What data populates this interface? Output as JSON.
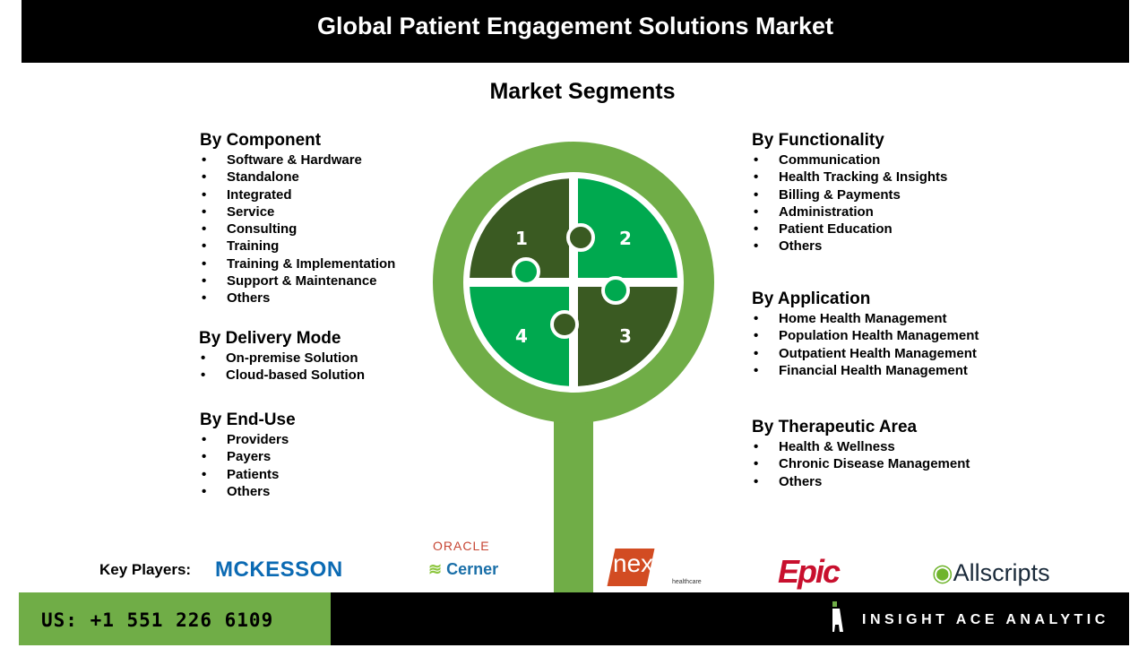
{
  "header": {
    "title": "Global Patient Engagement Solutions Market",
    "subtitle": "Market Segments"
  },
  "segments": {
    "component": {
      "title": "By Component",
      "items": [
        "Software & Hardware",
        "Standalone",
        "Integrated",
        "Service",
        "Consulting",
        "Training",
        "Training & Implementation",
        "Support & Maintenance",
        "Others"
      ]
    },
    "delivery": {
      "title": "By Delivery Mode",
      "items": [
        "On-premise Solution",
        "Cloud-based Solution"
      ]
    },
    "enduse": {
      "title": "By End-Use",
      "items": [
        "Providers",
        "Payers",
        "Patients",
        "Others"
      ]
    },
    "functionality": {
      "title": "By Functionality",
      "items": [
        "Communication",
        "Health Tracking & Insights",
        "Billing & Payments",
        "Administration",
        "Patient Education",
        "Others"
      ]
    },
    "application": {
      "title": "By Application",
      "items": [
        "Home Health Management",
        "Population Health Management",
        "Outpatient Health Management",
        "Financial Health Management"
      ]
    },
    "therapeutic": {
      "title": "By Therapeutic Area",
      "items": [
        "Health & Wellness",
        "Chronic Disease Management",
        "Others"
      ]
    }
  },
  "puzzle": {
    "pieces": [
      "1",
      "2",
      "3",
      "4"
    ],
    "colors": {
      "dark": "#3a5a22",
      "light": "#00a94f",
      "ring": "#70ad47"
    }
  },
  "key_players": {
    "label": "Key Players:",
    "logos": [
      "MCKESSON",
      "ORACLE",
      "Cerner",
      "nextgen",
      "healthcare",
      "Epic",
      "Allscripts"
    ]
  },
  "footer": {
    "phone": "US: +1 551 226 6109",
    "brand": "INSIGHT ACE ANALYTIC"
  }
}
